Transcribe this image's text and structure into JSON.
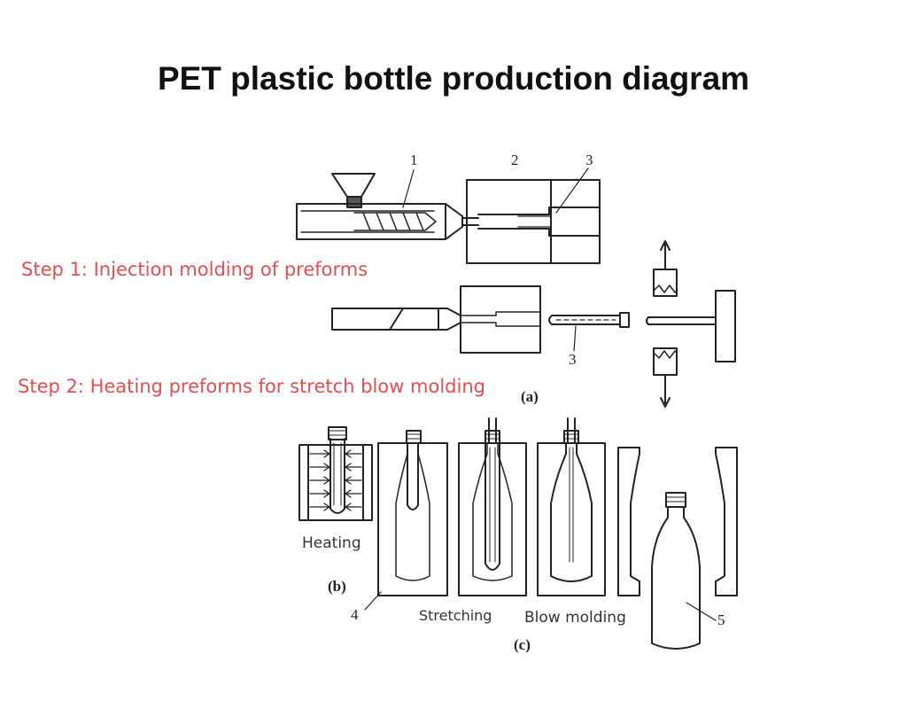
{
  "title": "PET plastic bottle production diagram",
  "steps": {
    "step1": "Step 1: Injection molding of preforms",
    "step2": "Step 2: Heating preforms for stretch blow molding"
  },
  "labels": {
    "heating": "Heating",
    "stretching": "Stretching",
    "blow_molding": "Blow molding"
  },
  "part_numbers": {
    "screw": "1",
    "mold": "2",
    "preform": "3",
    "preform_ejected": "3",
    "blow_mold": "4",
    "bottle": "5"
  },
  "panel_labels": {
    "a": "(a)",
    "b": "(b)",
    "c": "(c)"
  },
  "colors": {
    "step_text": "#e05050",
    "line": "#222222",
    "title": "#111111"
  }
}
